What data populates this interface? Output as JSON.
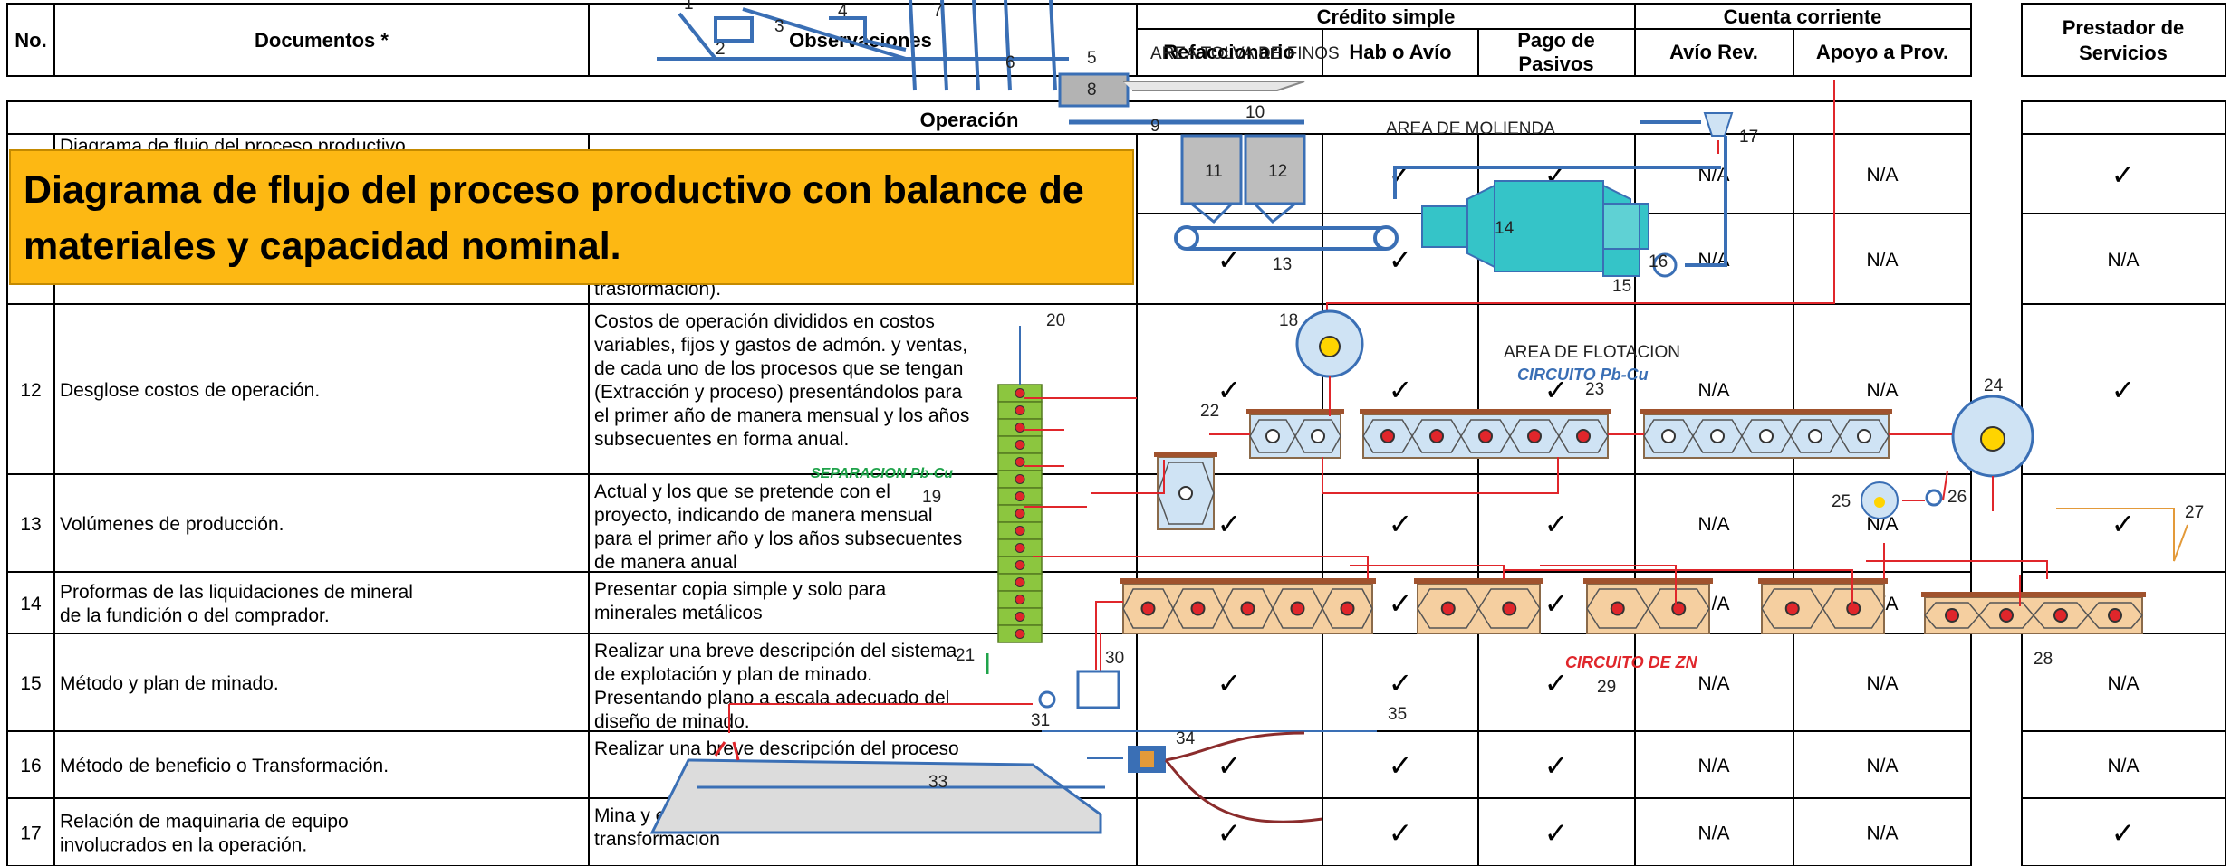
{
  "header": {
    "no": "No.",
    "documentos": "Documentos *",
    "observaciones": "Observaciones",
    "credito_simple": "Crédito simple",
    "cuenta_corriente": "Cuenta corriente",
    "refaccionario": "Refaccionario",
    "hab_avio": "Hab o Avío",
    "pago_pasivos_1": "Pago de",
    "pago_pasivos_2": "Pasivos",
    "avio_rev": "Avío Rev.",
    "apoyo_prov": "Apoyo a Prov.",
    "prestador_1": "Prestador de",
    "prestador_2": "Servicios"
  },
  "section_title": "Operación",
  "banner": {
    "text": "Diagrama de flujo del proceso productivo con balance de materiales y capacidad nominal."
  },
  "marks": {
    "check": "✓",
    "na": "N/A"
  },
  "rows": [
    {
      "no": "",
      "doc": [
        "Diagrama de flujo del proceso productivo"
      ],
      "obs": [],
      "cols": [
        "",
        "",
        "",
        "",
        "",
        ""
      ]
    },
    {
      "no": "",
      "doc": [],
      "obs": [
        "trasformación)."
      ],
      "cols": [
        "check",
        "check",
        "check",
        "na",
        "na",
        "check"
      ]
    },
    {
      "no": "",
      "doc": [],
      "obs": [],
      "cols": [
        "check",
        "check",
        "check",
        "na",
        "na",
        "na"
      ]
    },
    {
      "no": "12",
      "doc": [
        "Desglose costos de operación."
      ],
      "obs": [
        "Costos de operación divididos en costos",
        "variables, fijos y gastos de admón. y ventas,",
        "de cada uno de los procesos que se tengan",
        "(Extracción y proceso) presentándolos para",
        "el primer año de manera mensual y los años",
        "subsecuentes en forma anual."
      ],
      "cols": [
        "check",
        "check",
        "check",
        "na",
        "na",
        "check"
      ]
    },
    {
      "no": "13",
      "doc": [
        "Volúmenes de producción."
      ],
      "obs": [
        "Actual y los que se pretende con el",
        "proyecto, indicando de manera mensual",
        "para el primer año y los años subsecuentes",
        "de manera anual"
      ],
      "cols": [
        "check",
        "check",
        "check",
        "na",
        "na",
        "check"
      ]
    },
    {
      "no": "14",
      "doc": [
        "Proformas de las liquidaciones de mineral",
        "de la fundición o del comprador."
      ],
      "obs": [
        "Presentar copia simple y solo para",
        "minerales metálicos"
      ],
      "cols": [
        "check",
        "check",
        "check",
        "na",
        "na",
        "check"
      ]
    },
    {
      "no": "15",
      "doc": [
        "Método y plan de minado."
      ],
      "obs": [
        "Realizar una  breve descripción del sistema",
        "de explotación y plan de minado.",
        "Presentando plano a escala adecuado del",
        "diseño de minado."
      ],
      "cols": [
        "check",
        "check",
        "check",
        "na",
        "na",
        "na"
      ]
    },
    {
      "no": "16",
      "doc": [
        "Método de beneficio o Transformación."
      ],
      "obs": [
        "Realizar una breve descripción del proceso"
      ],
      "cols": [
        "check",
        "check",
        "check",
        "na",
        "na",
        "na"
      ]
    },
    {
      "no": "17",
      "doc": [
        "Relación de maquinaria de equipo",
        "involucrados en la operación."
      ],
      "obs": [
        "Mina y en su caso planta de beneficio y/o",
        "transformación"
      ],
      "cols": [
        "check",
        "check",
        "check",
        "na",
        "na",
        "check"
      ]
    }
  ],
  "diagram": {
    "areas": [
      "AREA TOLVA DE FINOS",
      "AREA DE MOLIENDA",
      "AREA DE FLOTACION"
    ],
    "circuits": [
      "CIRCUITO Pb-Cu",
      "SEPARACION Pb-Cu",
      "CIRCUITO DE ZN"
    ],
    "numbers": [
      "1",
      "2",
      "3",
      "4",
      "5",
      "6",
      "7",
      "8",
      "9",
      "10",
      "11",
      "12",
      "13",
      "14",
      "15",
      "16",
      "17",
      "18",
      "19",
      "20",
      "21",
      "22",
      "23",
      "24",
      "25",
      "26",
      "27",
      "28",
      "29",
      "30",
      "31",
      "33",
      "34",
      "35"
    ],
    "colors": {
      "blue": "#3a6fb5",
      "red": "#e0262b",
      "teal": "#35c4c8",
      "cell_blue": "#cfe3f4",
      "cell_tan": "#f5cfa0",
      "green_cell": "#8cc63f",
      "banner": "#fdb813"
    }
  }
}
